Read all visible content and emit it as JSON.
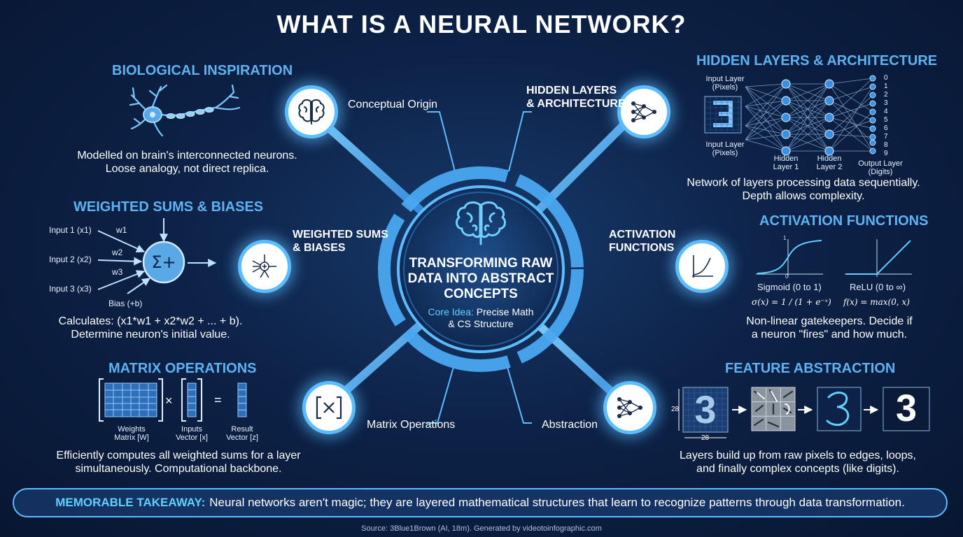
{
  "title": "WHAT IS A NEURAL NETWORK?",
  "center": {
    "title_line1": "TRANSFORMING RAW",
    "title_line2": "DATA INTO ABSTRACT",
    "title_line3": "CONCEPTS",
    "sub_highlight": "Core Idea:",
    "sub_line1_rest": "Precise Math",
    "sub_line2": "& CS Structure"
  },
  "branches": {
    "origin": "Conceptual Origin",
    "hidden_line1": "HIDDEN LAYERS",
    "hidden_line2": "& ARCHITECTURE",
    "weighted_line1": "WEIGHTED SUMS",
    "weighted_line2": "& BIASES",
    "activation_line1": "ACTIVATION",
    "activation_line2": "FUNCTIONS",
    "matrix": "Matrix Operations",
    "abstraction": "Abstraction"
  },
  "bio": {
    "title": "BIOLOGICAL INSPIRATION",
    "desc_line1": "Modelled on brain's interconnected neurons.",
    "desc_line2": "Loose analogy, not direct replica."
  },
  "weighted": {
    "title": "WEIGHTED SUMS & BIASES",
    "inputs": [
      "Input 1 (x1)",
      "Input 2 (x2)",
      "Input 3 (x3)"
    ],
    "weights": [
      "w1",
      "w2",
      "w3"
    ],
    "bias": "Bias (+b)",
    "symbol": "Σ+",
    "desc_line1": "Calculates: (x1*w1 + x2*w2 + ... + b).",
    "desc_line2": "Determine neuron's initial value."
  },
  "matrix": {
    "title": "MATRIX OPERATIONS",
    "times": "×",
    "equals": "=",
    "label_w1": "Weights",
    "label_w2": "Matrix [W]",
    "label_x1": "Inputs",
    "label_x2": "Vector [x]",
    "label_z1": "Result",
    "label_z2": "Vector [z]",
    "desc_line1": "Efficiently computes all weighted sums for a layer",
    "desc_line2": "simultaneously. Computational backbone."
  },
  "hidden": {
    "title": "HIDDEN LAYERS & ARCHITECTURE",
    "input_top_1": "Input Layer",
    "input_top_2": "(Pixels)",
    "input_bot_1": "Input Layer",
    "input_bot_2": "(Pixels)",
    "hidden1_1": "Hidden",
    "hidden1_2": "Layer 1",
    "hidden2_1": "Hidden",
    "hidden2_2": "Layer 2",
    "output_1": "Output Layer",
    "output_2": "(Digits)",
    "digits": [
      "0",
      "1",
      "2",
      "3",
      "4",
      "5",
      "6",
      "7",
      "8",
      "9"
    ],
    "desc_line1": "Network of layers processing data sequentially.",
    "desc_line2": "Depth allows complexity."
  },
  "activation": {
    "title": "ACTIVATION FUNCTIONS",
    "sigmoid_label": "Sigmoid (0 to 1)",
    "relu_label": "ReLU (0 to ∞)",
    "sigmoid_formula": "σ(x) = 1 / (1 + e⁻ˣ)",
    "relu_formula": "f(x) = max(0, x)",
    "axis_one": "1",
    "axis_zero": "0",
    "desc_line1": "Non-linear gatekeepers. Decide if",
    "desc_line2": "a neuron \"fires\" and how much."
  },
  "feature": {
    "title": "FEATURE ABSTRACTION",
    "dim_h": "28",
    "dim_v": "28",
    "digit": "3",
    "desc_line1": "Layers build up from raw pixels to edges, loops,",
    "desc_line2": "and finally complex concepts (like digits)."
  },
  "takeaway": {
    "lead": "MEMORABLE TAKEAWAY:",
    "text": "Neural networks aren't magic; they are layered mathematical structures that learn to recognize patterns through data transformation."
  },
  "source": "Source: 3Blue1Brown (AI, 18m). Generated by videotoinfographic.com",
  "colors": {
    "accent": "#5bbcff",
    "title_blue": "#5fb2f2",
    "background": "#0d2247"
  }
}
